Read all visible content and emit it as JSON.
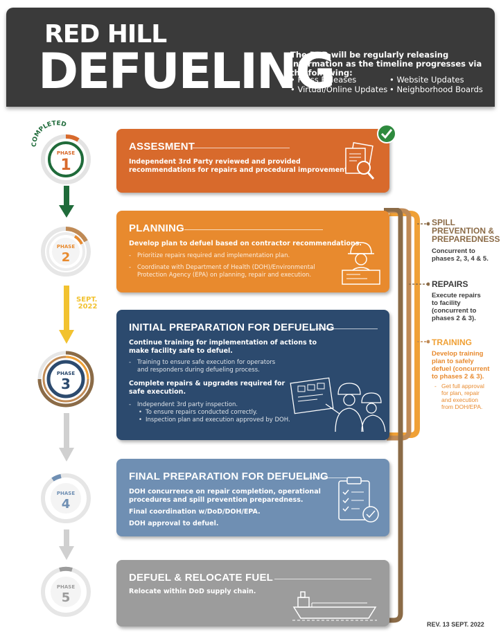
{
  "header": {
    "title_line1": "RED HILL",
    "title_line2": "DEFUELING",
    "intro": "The DoD will be regularly releasing information as the timeline progresses via the following:",
    "channels_col1": [
      "Press Releases",
      "Virtual/Online Updates"
    ],
    "channels_col2": [
      "Website Updates",
      "Neighborhood Boards"
    ]
  },
  "phases": [
    {
      "label": "PHASE",
      "number": "1",
      "badge": "COMPLETED"
    },
    {
      "label": "PHASE",
      "number": "2"
    },
    {
      "label": "PHASE",
      "number": "3"
    },
    {
      "label": "PHASE",
      "number": "4"
    },
    {
      "label": "PHASE",
      "number": "5"
    }
  ],
  "timeline_marker": {
    "line1": "SEPT.",
    "line2": "2022"
  },
  "cards": {
    "assessment": {
      "title": "ASSESMENT",
      "text_line1": "Independent 3rd Party reviewed and provided",
      "text_line2": "recommendations for repairs and procedural improvements."
    },
    "planning": {
      "title": "PLANNING",
      "text": "Develop plan to defuel based on contractor recommendations.",
      "bullet1": "Prioritize repairs required and implementation plan.",
      "bullet2_line1": "Coordinate with Department of Health (DOH)/Environmental",
      "bullet2_line2": "Protection Agency (EPA) on planning, repair and execution."
    },
    "initial": {
      "title": "INITIAL PREPARATION FOR DEFUELING",
      "text1_line1": "Continue training for implementation of actions to",
      "text1_line2": "make facility safe to defuel.",
      "bullet1_line1": "Training to ensure safe execution for operators",
      "bullet1_line2": "and responders during defueling process.",
      "text2_line1": "Complete repairs & upgrades required for",
      "text2_line2": "safe execution.",
      "bullet2": "Independent 3rd party inspection.",
      "subbullet1": "To ensure repairs conducted correctly.",
      "subbullet2": "Inspection plan and execution approved by DOH."
    },
    "final": {
      "title": "FINAL PREPARATION FOR DEFUELING",
      "text1_line1": "DOH concurrence on repair completion, operational",
      "text1_line2": "procedures and spill prevention preparedness.",
      "text2": "Final coordination w/DoD/DOH/EPA.",
      "text3": "DOH approval to defuel."
    },
    "defuel": {
      "title": "DEFUEL & RELOCATE FUEL",
      "text": "Relocate within DoD supply chain."
    }
  },
  "side": {
    "spill": {
      "title_line1": "SPILL",
      "title_line2": "PREVENTION &",
      "title_line3": "PREPAREDNESS",
      "text_line1": "Concurrent to",
      "text_line2": "phases 2, 3, 4 & 5."
    },
    "repairs": {
      "title": "REPAIRS",
      "lines": [
        "Execute repairs",
        "to facility",
        "(concurrent to",
        "phases 2 & 3)."
      ]
    },
    "training": {
      "title": "TRAINING",
      "lines": [
        "Develop training",
        "plan to safely",
        "defuel (concurrent",
        "to phases 2 & 3)."
      ],
      "note_lines": [
        "Get full approval",
        "for plan, repair",
        "and execution",
        "from DOH/EPA."
      ]
    }
  },
  "footer": {
    "revision": "REV. 13 SEPT. 2022"
  },
  "colors": {
    "orange_dark": "#d86a2c",
    "orange": "#e88a2e",
    "navy": "#2c4a6e",
    "blue_gray": "#6f8fb3",
    "gray": "#9c9c9c",
    "brown": "#8b6b47",
    "green": "#1f6b3a",
    "yellow": "#f2c230"
  }
}
